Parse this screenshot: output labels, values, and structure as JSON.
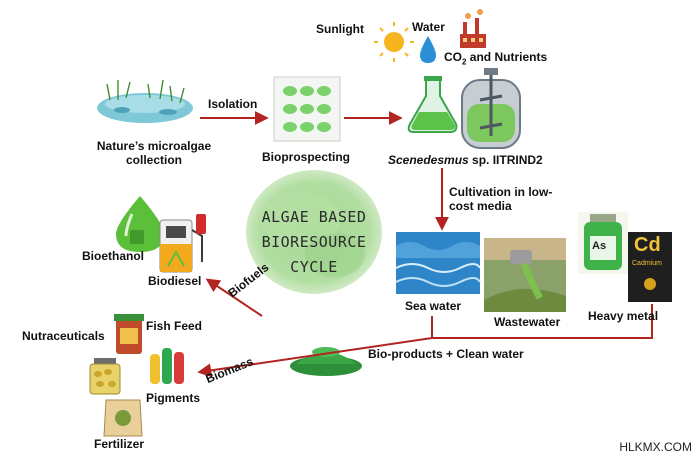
{
  "center": {
    "line1": "ALGAE BASED",
    "line2": "BIORESOURCE",
    "line3": "CYCLE",
    "color": "#8fcf7a"
  },
  "inputs": {
    "sunlight": "Sunlight",
    "water": "Water",
    "co2_prefix": "CO",
    "co2_sub": "2",
    "co2_suffix": " and Nutrients"
  },
  "steps": {
    "collection_line1": "Nature’s microalgae",
    "collection_line2": "collection",
    "isolation": "Isolation",
    "bioprospecting": "Bioprospecting",
    "strain_italic": "Scenedesmus",
    "strain_rest": " sp. IITRIND2",
    "cultivation_line1": "Cultivation in low-",
    "cultivation_line2": "cost media"
  },
  "media": {
    "sea_water": "Sea water",
    "wastewater": "Wastewater",
    "heavy_metal": "Heavy metal",
    "as_symbol": "As",
    "cd_symbol": "Cd",
    "cd_name": "Cadmium"
  },
  "products": {
    "bio_products": "Bio-products + Clean water",
    "biofuels": "Biofuels",
    "biomass": "Biomass",
    "bioethanol": "Bioethanol",
    "biodiesel": "Biodiesel",
    "nutraceuticals": "Nutraceuticals",
    "fish_feed": "Fish Feed",
    "pigments": "Pigments",
    "fertilizer": "Fertilizer"
  },
  "watermark": "HLKMX.COM",
  "colors": {
    "arrow": "#b32420",
    "algae_green": "#5cbf3a",
    "sea_blue": "#2e86c9"
  }
}
